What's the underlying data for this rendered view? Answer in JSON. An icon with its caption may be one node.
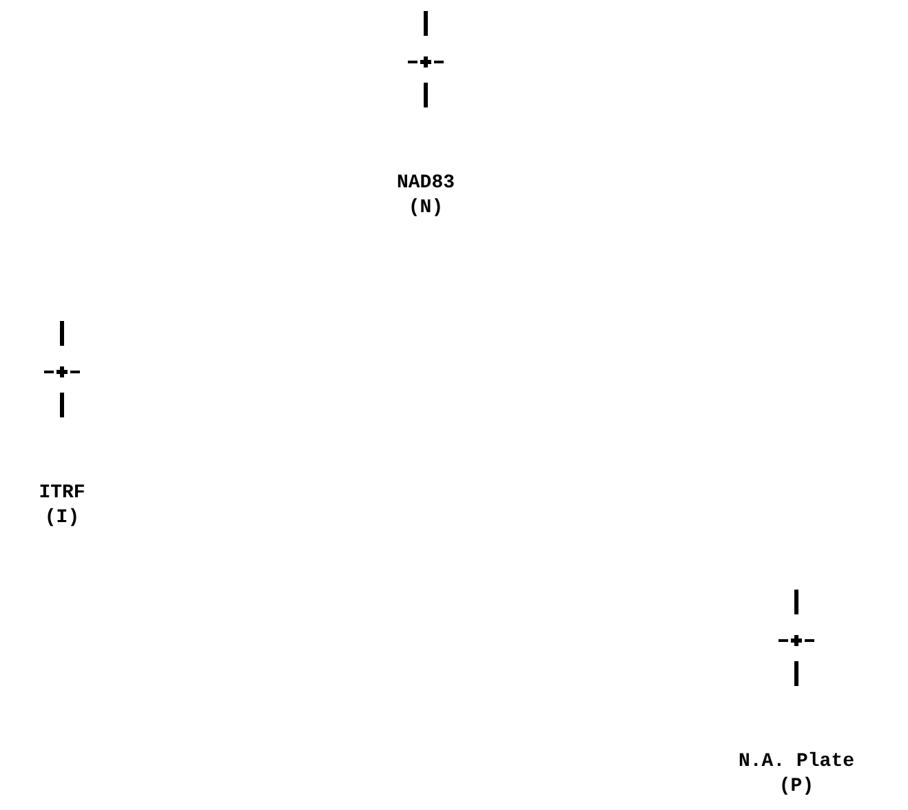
{
  "diagram": {
    "nodes": [
      {
        "text": [
          "NAD83 (N)"
        ]
      },
      {
        "text": [
          "ITRF (I)"
        ]
      },
      {
        "text": [
          "N.A. Plate (P)"
        ]
      }
    ]
  }
}
